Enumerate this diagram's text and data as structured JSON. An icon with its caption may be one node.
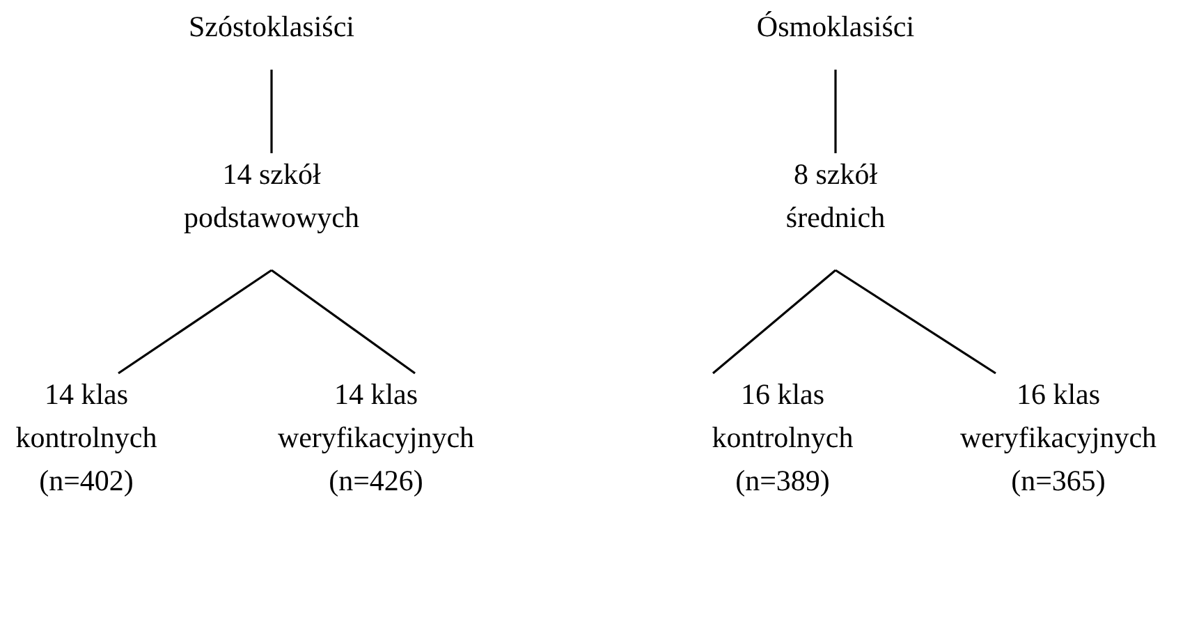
{
  "diagram": {
    "nodes": [
      {
        "text": [
          "Szóstoklasiści"
        ]
      },
      {
        "text": [
          "14 szkół podstawowych"
        ]
      },
      {
        "text": [
          "14 klas kontrolnych (n=402)"
        ]
      },
      {
        "text": [
          "14 klas weryfikacyjnych (n=426)"
        ]
      },
      {
        "text": [
          "Ósmoklasiści"
        ]
      },
      {
        "text": [
          "8 szkół średnich"
        ]
      },
      {
        "text": [
          "16 klas kontrolnych (n=389)"
        ]
      },
      {
        "text": [
          "16 klas weryfikacyjnych (n=365)"
        ]
      }
    ],
    "edges": [
      {
        "from": 0,
        "to": 1,
        "arrow": "none"
      },
      {
        "from": 1,
        "to": 2,
        "arrow": "none"
      },
      {
        "from": 1,
        "to": 3,
        "arrow": "none"
      },
      {
        "from": 4,
        "to": 5,
        "arrow": "none"
      },
      {
        "from": 5,
        "to": 6,
        "arrow": "none"
      },
      {
        "from": 5,
        "to": 7,
        "arrow": "none"
      }
    ]
  }
}
